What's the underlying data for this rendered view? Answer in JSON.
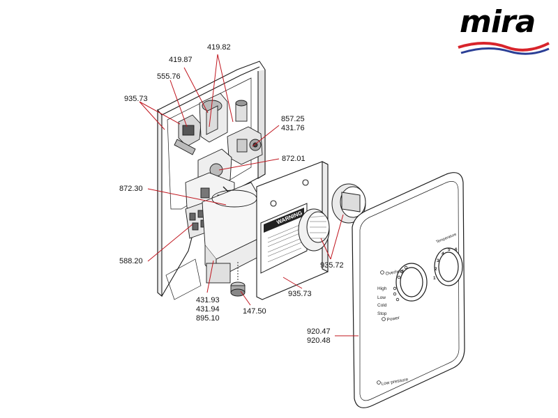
{
  "brand": {
    "name": "mira",
    "colors": {
      "text": "#111111",
      "swoosh_red": "#d8242b",
      "swoosh_blue": "#2b3f96"
    }
  },
  "part_numbers": {
    "p419_82": "419.82",
    "p419_87": "419.87",
    "p555_76": "555.76",
    "p935_73_top": "935.73",
    "p857_25": "857.25",
    "p431_76": "431.76",
    "p872_01": "872.01",
    "p872_30": "872.30",
    "p588_20": "588.20",
    "p935_72": "935.72",
    "p935_73_bottom": "935.73",
    "p431_93": "431.93",
    "p431_94": "431.94",
    "p895_10": "895.10",
    "p147_50": "147.50",
    "p920_47": "920.47",
    "p920_48": "920.48"
  },
  "label_sheet": {
    "title": "WARNING"
  },
  "cover_panel": {
    "indicators": {
      "overheat": "Overheat",
      "high": "High",
      "low": "Low",
      "cold": "Cold",
      "stop": "Stop",
      "power": "Power",
      "low_pressure": "Low pressure"
    },
    "dial_label": "Temperature",
    "dial_numbers": [
      "1",
      "2",
      "3",
      "4",
      "5",
      "6"
    ]
  },
  "colors": {
    "line": "#c0141d",
    "outline": "#1a1a1a"
  }
}
